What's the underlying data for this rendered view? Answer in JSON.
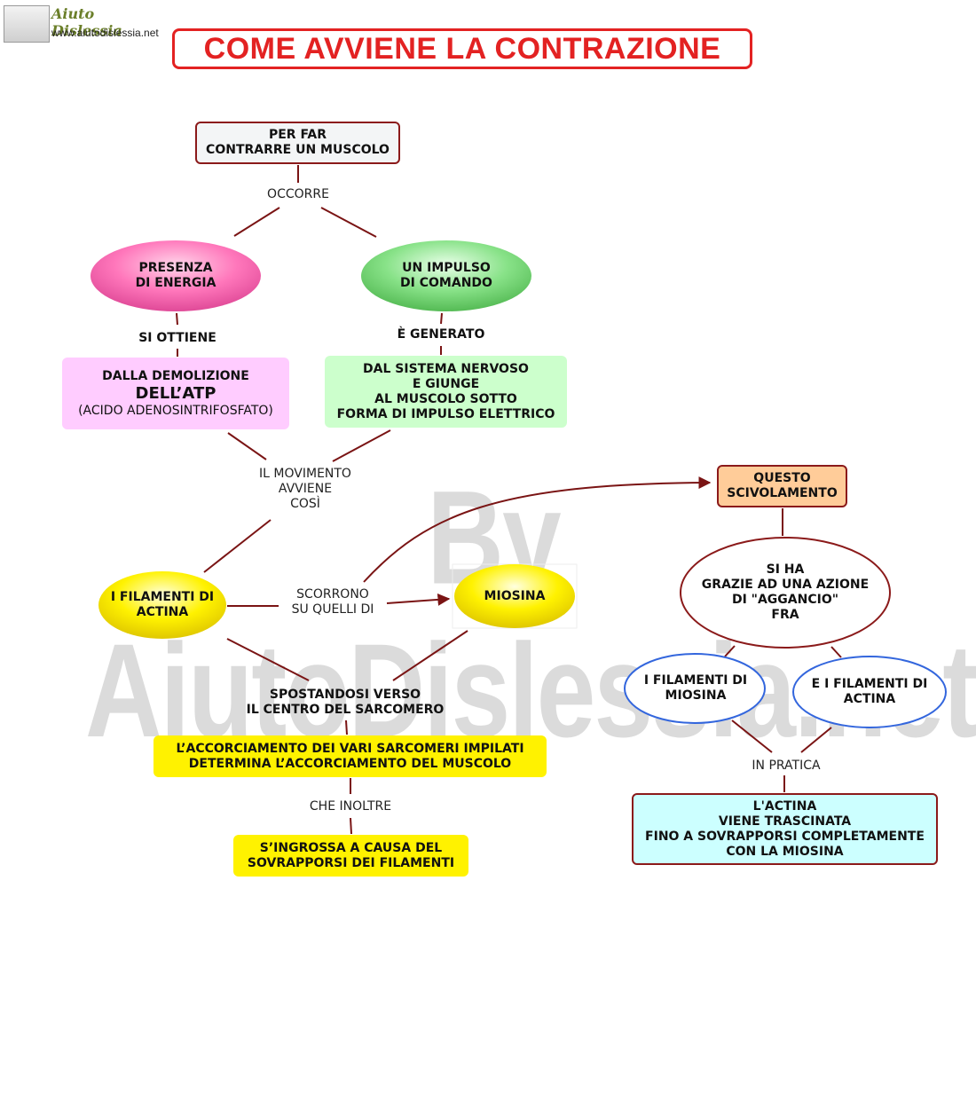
{
  "logo": {
    "brand": "Aiuto Dislessia",
    "url": "www.aiutodislessia.net"
  },
  "title": "COME AVVIENE LA CONTRAZIONE",
  "watermark": "By AiutoDislessia.net",
  "nodes": {
    "root": "PER FAR\nCONTRARRE UN MUSCOLO",
    "energy": "PRESENZA\nDI ENERGIA",
    "impulse": "UN IMPULSO\nDI COMANDO",
    "atp_line1": "DALLA DEMOLIZIONE",
    "atp_line2": "DELL’ATP",
    "atp_line3": "(ACIDO ADENOSINTRIFOSFATO)",
    "nervous": "DAL SISTEMA NERVOSO\nE GIUNGE\nAL MUSCOLO SOTTO\nFORMA DI IMPULSO ELETTRICO",
    "actin": "I FILAMENTI DI\nACTINA",
    "myosin": "MIOSINA",
    "shortening": "L’ACCORCIAMENTO DEI VARI SARCOMERI IMPILATI\nDETERMINA L’ACCORCIAMENTO DEL MUSCOLO",
    "thickens": "S’INGROSSA A CAUSA DEL\nSOVRAPPORSI DEI FILAMENTI",
    "sliding": "QUESTO\nSCIVOLAMENTO",
    "hook": "SI HA\nGRAZIE AD UNA AZIONE\nDI \"AGGANCIO\"\nFRA",
    "myosin_filaments": "I FILAMENTI DI\nMIOSINA",
    "actin_filaments": "E I FILAMENTI DI\nACTINA",
    "conclusion": "L'ACTINA\nVIENE TRASCINATA\nFINO A SOVRAPPORSI COMPLETAMENTE\nCON LA MIOSINA"
  },
  "links": {
    "occorre": "OCCORRE",
    "si_ottiene": "SI OTTIENE",
    "e_generato": "È GENERATO",
    "movimento": "IL MOVIMENTO\nAVVIENE\nCOSÌ",
    "scorrono": "SCORRONO\nSU QUELLI  DI",
    "spostandosi": "SPOSTANDOSI VERSO\nIL CENTRO DEL SARCOMERO",
    "che_inoltre": "CHE INOLTRE",
    "in_pratica": "IN PRATICA"
  },
  "colors": {
    "title_red": "#e32222",
    "connector": "#7a1414",
    "pink": "#ff77bb",
    "green": "#77dd77",
    "yellow": "#fff200",
    "lilac": "#ffccff",
    "mint": "#ccffcc",
    "peach": "#ffcc99",
    "cyan": "#ccffff",
    "blue_outline": "#3366dd"
  }
}
